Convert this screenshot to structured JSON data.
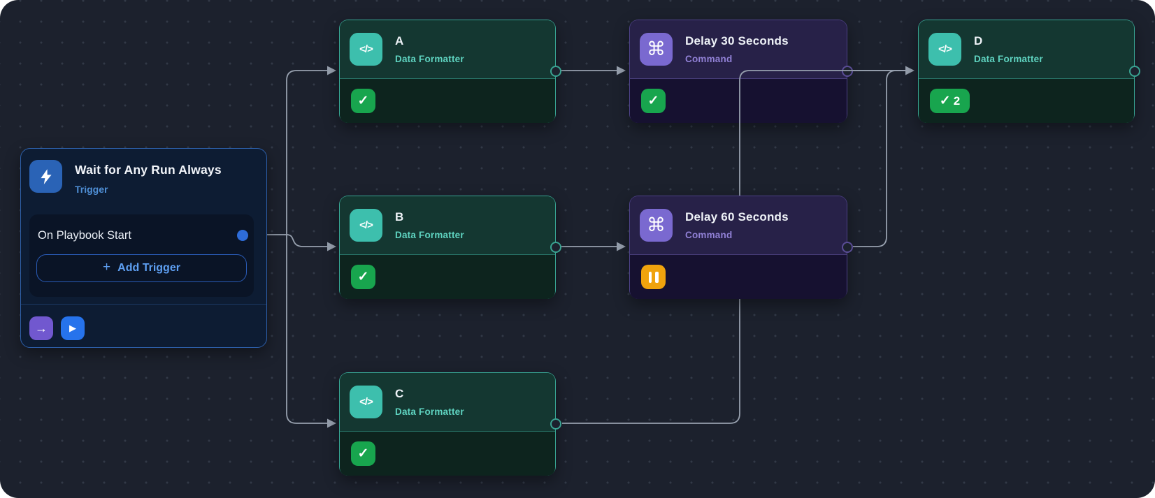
{
  "canvas": {
    "name": "Playbook editor canvas"
  },
  "trigger": {
    "title": "Wait for Any Run Always",
    "type_label": "Trigger",
    "event_label": "On Playbook Start",
    "add_trigger": {
      "plus": "+",
      "label": "Add Trigger"
    }
  },
  "icons": {
    "code": "</>",
    "command": "⌘",
    "check": "✓",
    "forward": "→",
    "play": "▶"
  },
  "nodes": {
    "a": {
      "title": "A",
      "subtitle": "Data Formatter",
      "status": "success"
    },
    "b": {
      "title": "B",
      "subtitle": "Data Formatter",
      "status": "success"
    },
    "c": {
      "title": "C",
      "subtitle": "Data Formatter",
      "status": "success"
    },
    "delay30": {
      "title": "Delay 30 Seconds",
      "subtitle": "Command",
      "status": "success"
    },
    "delay60": {
      "title": "Delay 60 Seconds",
      "subtitle": "Command",
      "status": "paused"
    },
    "d": {
      "title": "D",
      "subtitle": "Data Formatter",
      "status": "success",
      "success_count": "2"
    }
  },
  "connections": [
    {
      "from": "On Playbook Start",
      "to": "A"
    },
    {
      "from": "On Playbook Start",
      "to": "B"
    },
    {
      "from": "On Playbook Start",
      "to": "C"
    },
    {
      "from": "A",
      "to": "Delay 30 Seconds"
    },
    {
      "from": "B",
      "to": "Delay 60 Seconds"
    },
    {
      "from": "Delay 30 Seconds",
      "to": "D"
    },
    {
      "from": "Delay 60 Seconds",
      "to": "D"
    },
    {
      "from": "C",
      "to": "D"
    }
  ],
  "colors": {
    "canvas_bg": "#1c212d",
    "edge": "#97a0ae",
    "success": "#18a54e",
    "paused": "#f0a30d",
    "formatter_accent": "#3dbfad",
    "formatter_border": "#38a694",
    "command_accent": "#7a69d0",
    "command_border": "#4e4288",
    "trigger_accent": "#2e6cd8",
    "trigger_border": "#2d5fa9"
  }
}
